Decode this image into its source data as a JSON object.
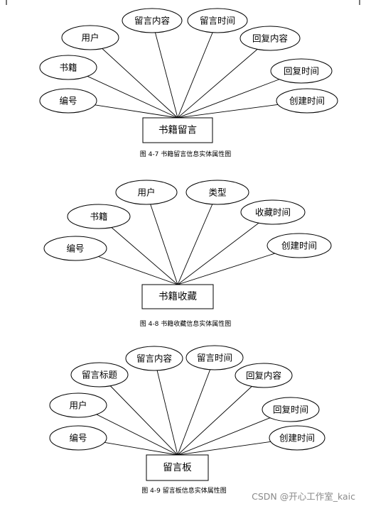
{
  "diagrams": [
    {
      "entity": "书籍留言",
      "attributes": [
        "编号",
        "书籍",
        "用户",
        "留言内容",
        "留言时间",
        "回复内容",
        "回复时间",
        "创建时间"
      ],
      "caption": "图 4-7 书籍留言信息实体属性图"
    },
    {
      "entity": "书籍收藏",
      "attributes": [
        "编号",
        "书籍",
        "用户",
        "类型",
        "收藏时间",
        "创建时间"
      ],
      "caption": "图 4-8 书籍收藏信息实体属性图"
    },
    {
      "entity": "留言板",
      "attributes": [
        "编号",
        "用户",
        "留言标题",
        "留言内容",
        "留言时间",
        "回复内容",
        "回复时间",
        "创建时间"
      ],
      "caption": "图 4-9 留言板信息实体属性图"
    }
  ],
  "watermark": "CSDN @开心工作室_kaic"
}
